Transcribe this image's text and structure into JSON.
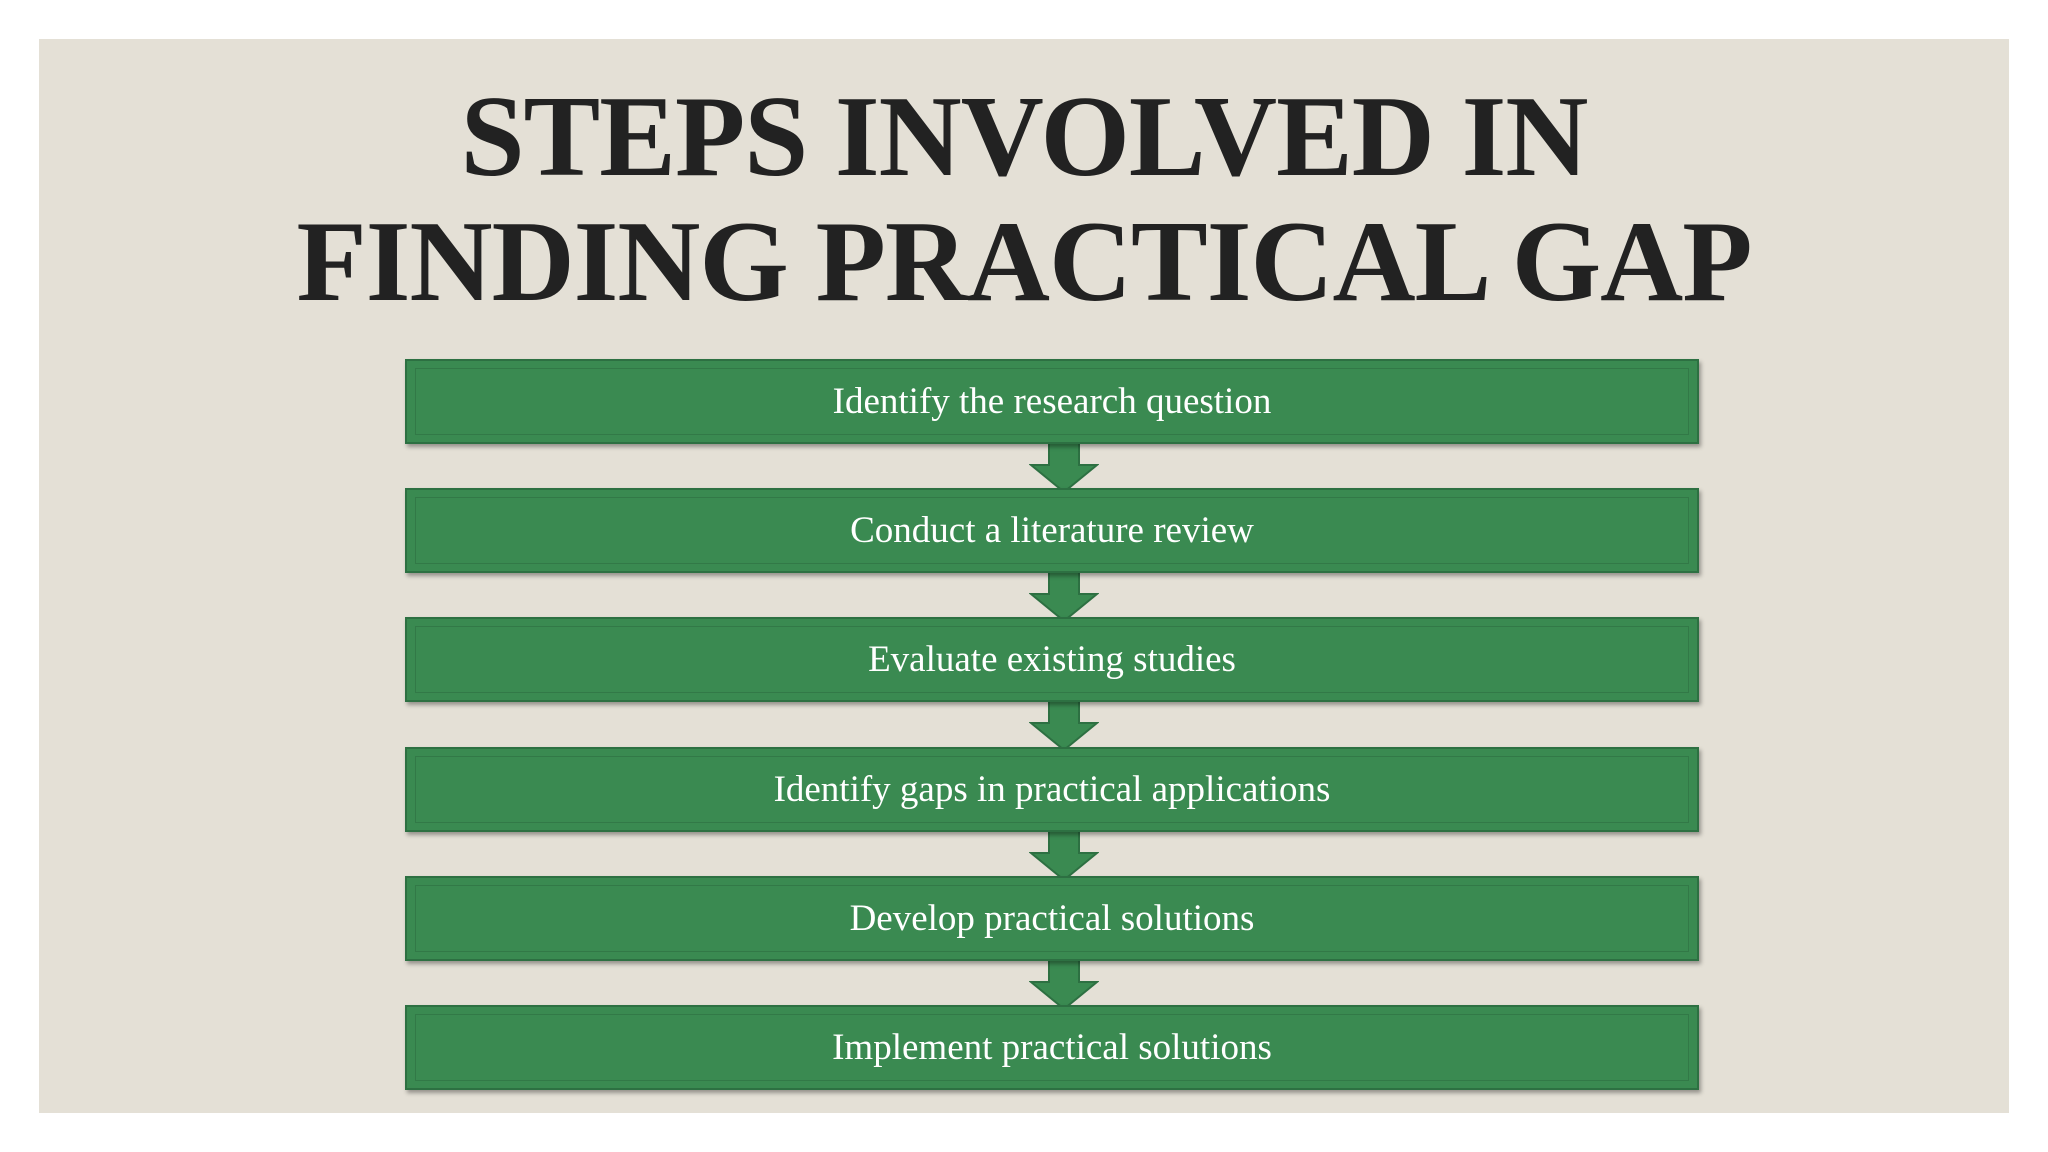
{
  "title": {
    "line1": "STEPS INVOLVED IN",
    "line2": "FINDING PRACTICAL GAP"
  },
  "steps": [
    {
      "label": "Identify the research question"
    },
    {
      "label": "Conduct a literature review"
    },
    {
      "label": "Evaluate existing studies"
    },
    {
      "label": "Identify gaps in practical applications"
    },
    {
      "label": "Develop practical solutions"
    },
    {
      "label": "Implement practical solutions"
    }
  ],
  "colors": {
    "background": "#e4e0d6",
    "box": "#3a8a51",
    "arrow": "#3a8a51",
    "title": "#222222",
    "label": "#ffffff"
  }
}
